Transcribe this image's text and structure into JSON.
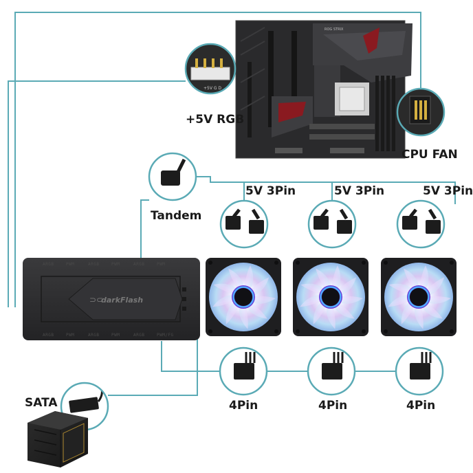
{
  "labels": {
    "rgb_header": "+5V RGB",
    "cpu_fan": "CPU FAN",
    "tandem": "Tandem",
    "pin3_a": "5V 3Pin",
    "pin3_b": "5V 3Pin",
    "pin3_c": "5V 3Pin",
    "pin4_a": "4Pin",
    "pin4_b": "4Pin",
    "pin4_c": "4Pin",
    "sata": "SATA"
  },
  "hub": {
    "brand": "darkFlash",
    "top_ports": [
      "ARGB",
      "PWM",
      "ARGB",
      "PWM",
      "ARGB",
      "PWM"
    ],
    "bottom_ports": [
      "ARGB",
      "PWM",
      "ARGB",
      "PWM",
      "ARGB",
      "PWM/FG"
    ]
  },
  "colors": {
    "wire": "#5aaab5",
    "callout_ring": "#5aaab5",
    "hub_body": "#2c2c2e",
    "fan_frame": "#1e1e20"
  },
  "icons": {
    "motherboard": "motherboard-icon",
    "fan": "rgb-fan-icon",
    "psu": "power-supply-icon",
    "connector": "connector-icon"
  }
}
